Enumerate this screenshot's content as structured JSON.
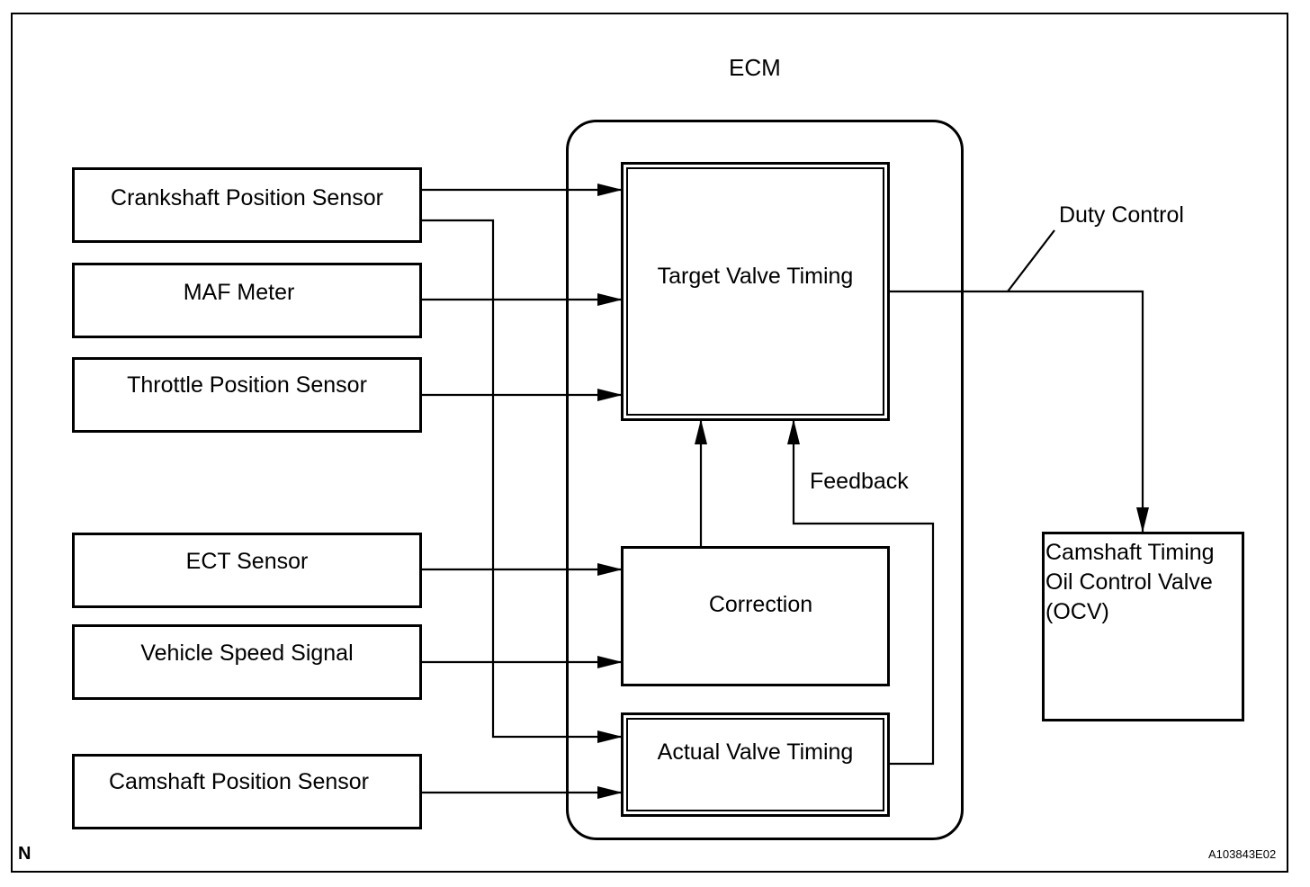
{
  "diagram": {
    "ecm_label": "ECM",
    "inputs": [
      "Crankshaft Position Sensor",
      "MAF Meter",
      "Throttle Position Sensor",
      "ECT Sensor",
      "Vehicle Speed Signal",
      "Camshaft Position Sensor"
    ],
    "blocks": {
      "target": "Target Valve Timing",
      "correction": "Correction",
      "actual": "Actual Valve Timing"
    },
    "feedback_label": "Feedback",
    "duty_control_label": "Duty Control",
    "output": {
      "line1": "Camshaft Timing",
      "line2": "Oil Control Valve",
      "line3": "(OCV)"
    },
    "corner_letter": "N",
    "figure_code": "A103843E02"
  }
}
